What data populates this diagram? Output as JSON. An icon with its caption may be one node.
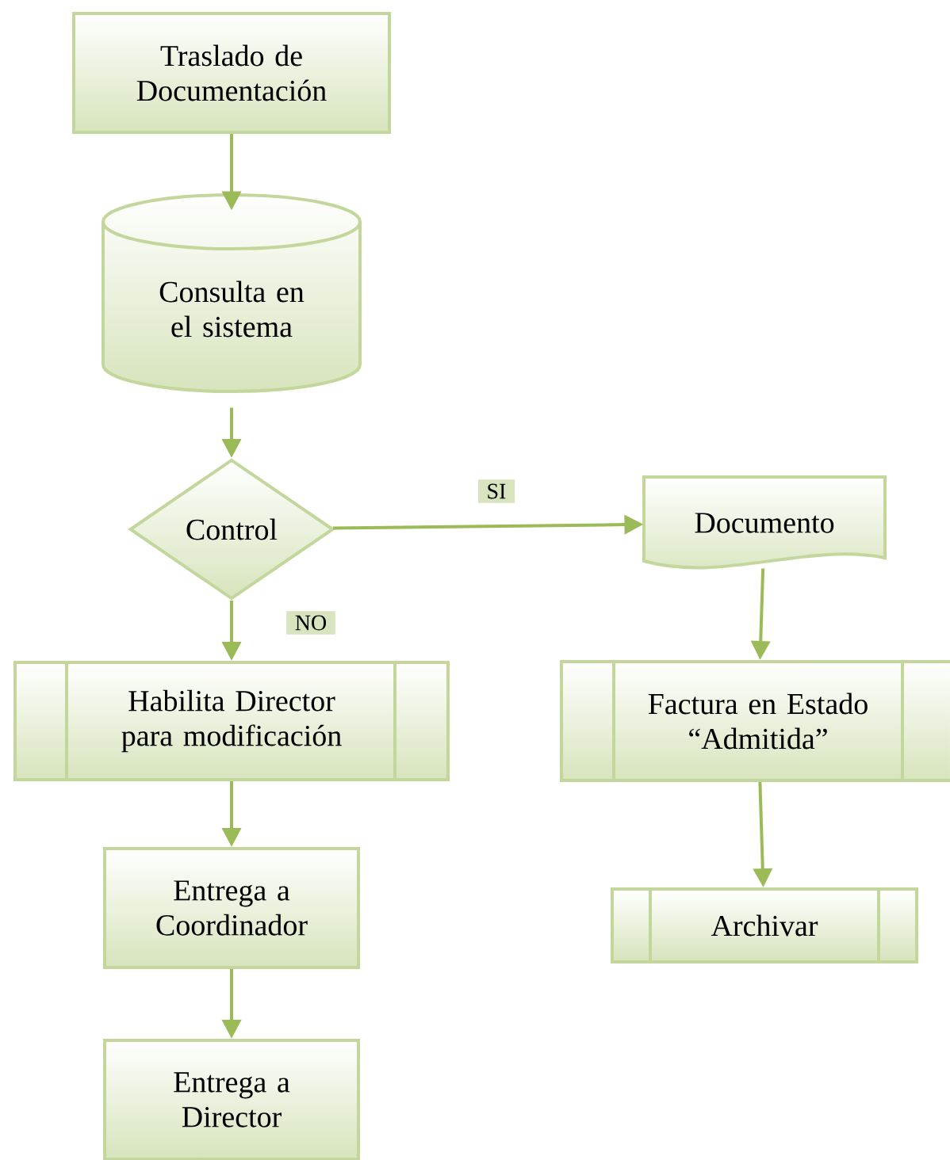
{
  "diagram": {
    "nodes": [
      {
        "text": [
          "Traslado de Documentación"
        ]
      },
      {
        "text": [
          "Consulta en el sistema"
        ]
      },
      {
        "text": [
          "Control"
        ]
      },
      {
        "text": [
          "Documento"
        ]
      },
      {
        "text": [
          "Habilita Director para modificación"
        ]
      },
      {
        "text": [
          "Factura en Estado “Admitida”"
        ]
      },
      {
        "text": [
          "Entrega a Coordinador"
        ]
      },
      {
        "text": [
          "Entrega a Director"
        ]
      },
      {
        "text": [
          "Archivar"
        ]
      }
    ],
    "edges": [
      {
        "from": 0,
        "to": 1,
        "arrow": "to"
      },
      {
        "from": 1,
        "to": 2,
        "arrow": "to"
      },
      {
        "from": 2,
        "to": 3,
        "arrow": "to",
        "label": "SI"
      },
      {
        "from": 2,
        "to": 4,
        "arrow": "to",
        "label": "NO"
      },
      {
        "from": 3,
        "to": 5,
        "arrow": "to"
      },
      {
        "from": 5,
        "to": 8,
        "arrow": "to"
      },
      {
        "from": 4,
        "to": 6,
        "arrow": "to"
      },
      {
        "from": 6,
        "to": 7,
        "arrow": "to"
      }
    ]
  }
}
